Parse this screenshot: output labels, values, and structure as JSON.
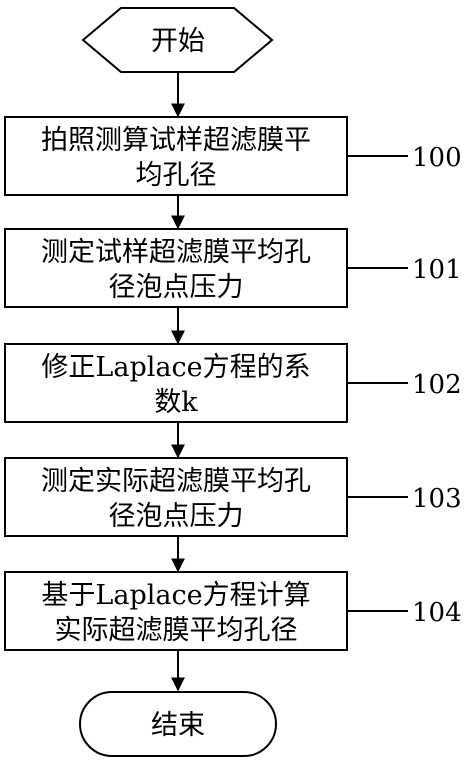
{
  "start": {
    "label": "开始"
  },
  "steps": [
    {
      "lines": [
        "拍照测算试样超滤膜平",
        "均孔径"
      ],
      "ref": "100"
    },
    {
      "lines": [
        "测定试样超滤膜平均孔",
        "径泡点压力"
      ],
      "ref": "101"
    },
    {
      "lines": [
        "修正Laplace方程的系",
        "数k"
      ],
      "ref": "102"
    },
    {
      "lines": [
        "测定实际超滤膜平均孔",
        "径泡点压力"
      ],
      "ref": "103"
    },
    {
      "lines": [
        "基于Laplace方程计算",
        "实际超滤膜平均孔径"
      ],
      "ref": "104"
    }
  ],
  "end": {
    "label": "结束"
  }
}
